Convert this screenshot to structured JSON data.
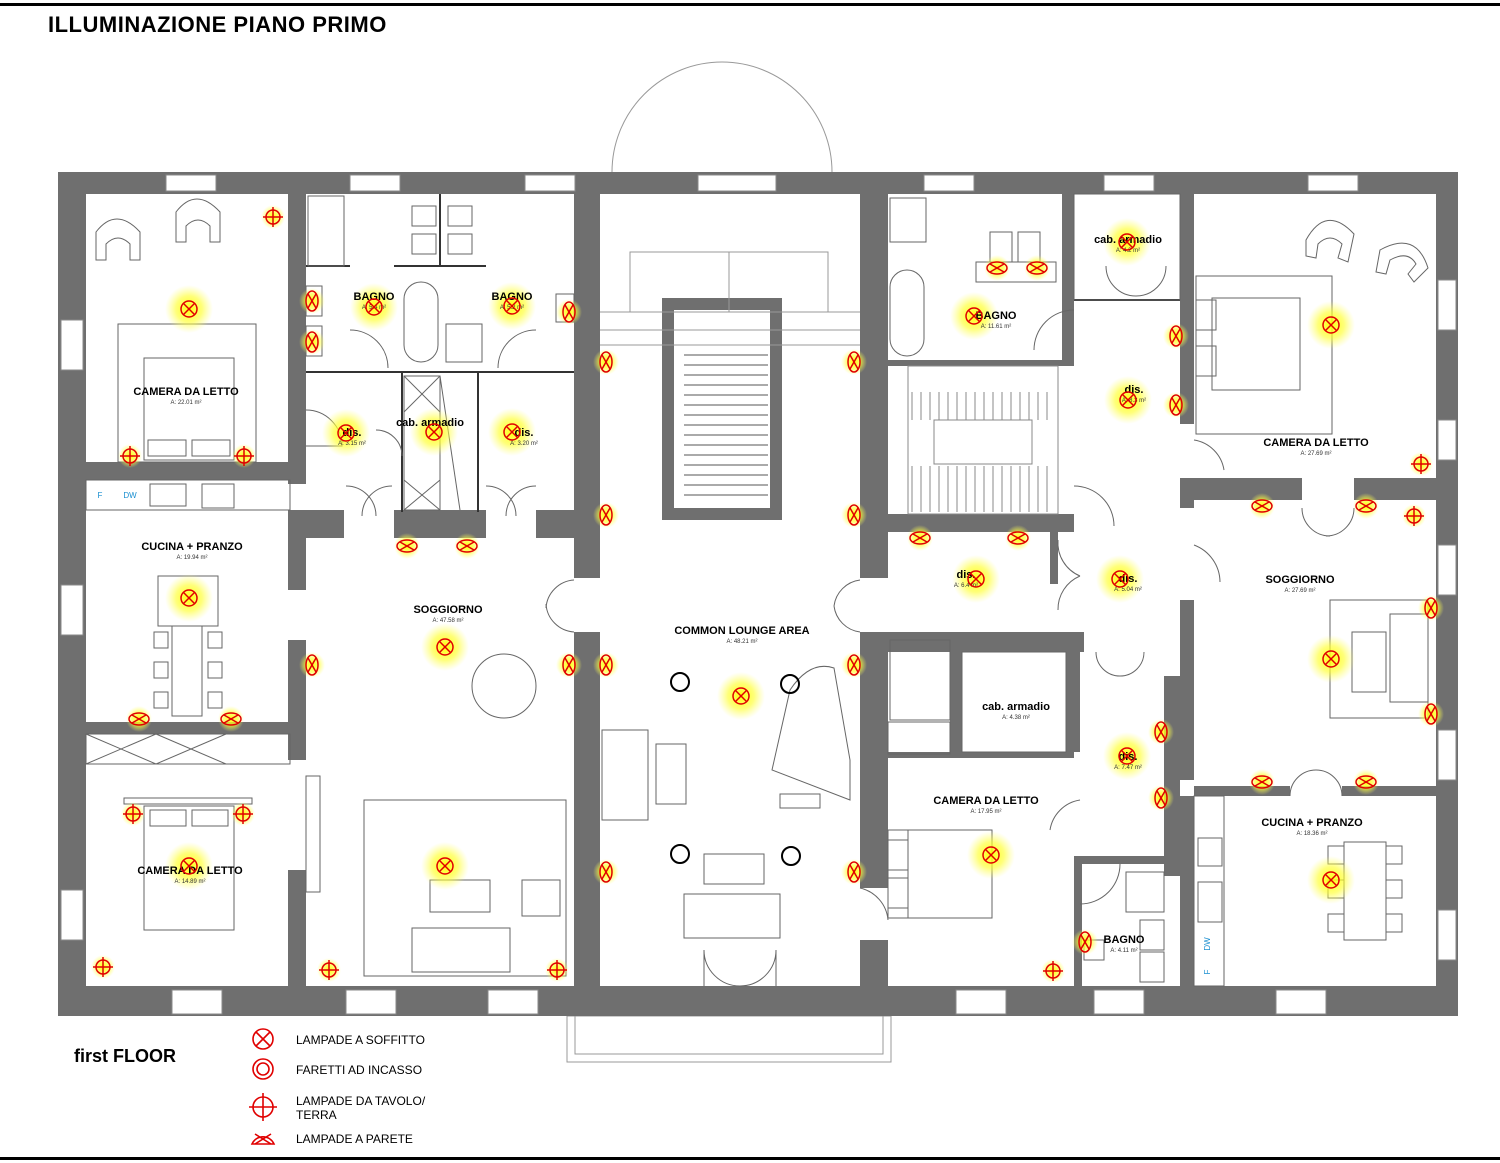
{
  "title": "ILLUMINAZIONE PIANO PRIMO",
  "floor_label": "first FLOOR",
  "legend": [
    {
      "key": "ceiling",
      "label": "LAMPADE A SOFFITTO"
    },
    {
      "key": "recessed",
      "label": "FARETTI AD INCASSO"
    },
    {
      "key": "table",
      "label": "LAMPADE DA TAVOLO/\nTERRA"
    },
    {
      "key": "wall",
      "label": "LAMPADE A PARETE"
    }
  ],
  "rooms": [
    {
      "id": "camera-nw",
      "name": "CAMERA DA LETTO",
      "area": "A: 22.01 m²"
    },
    {
      "id": "bagno-1",
      "name": "BAGNO",
      "area": "A: 5.4 m²"
    },
    {
      "id": "bagno-2",
      "name": "BAGNO",
      "area": "A: 5.2 m²"
    },
    {
      "id": "dis-1",
      "name": "dis.",
      "area": "A: 3.15 m²"
    },
    {
      "id": "cab-armadio-1",
      "name": "cab. armadio",
      "area": ""
    },
    {
      "id": "dis-2",
      "name": "dis.",
      "area": "A: 3.20 m²"
    },
    {
      "id": "cucina-w",
      "name": "CUCINA + PRANZO",
      "area": "A: 19.94 m²"
    },
    {
      "id": "soggiorno-w",
      "name": "SOGGIORNO",
      "area": "A: 47.58 m²"
    },
    {
      "id": "camera-sw",
      "name": "CAMERA DA LETTO",
      "area": "A: 14.89 m²"
    },
    {
      "id": "lounge",
      "name": "COMMON LOUNGE AREA",
      "area": "A: 48.21 m²"
    },
    {
      "id": "bagno-3",
      "name": "BAGNO",
      "area": "A: 11.61 m²"
    },
    {
      "id": "cab-armadio-2",
      "name": "cab. armadio",
      "area": "A: 4.2 m²"
    },
    {
      "id": "dis-3",
      "name": "dis.",
      "area": "A: 8.3 m²"
    },
    {
      "id": "camera-ne",
      "name": "CAMERA DA LETTO",
      "area": "A: 27.69 m²"
    },
    {
      "id": "dis-4",
      "name": "dis.",
      "area": "A: 6.4 m²"
    },
    {
      "id": "dis-5",
      "name": "dis.",
      "area": "A: 5.04 m²"
    },
    {
      "id": "soggiorno-e",
      "name": "SOGGIORNO",
      "area": "A: 27.69 m²"
    },
    {
      "id": "cab-armadio-3",
      "name": "cab. armadio",
      "area": "A: 4.38 m²"
    },
    {
      "id": "dis-6",
      "name": "dis.",
      "area": "A: 7.47 m²"
    },
    {
      "id": "camera-se",
      "name": "CAMERA DA LETTO",
      "area": "A: 17.95 m²"
    },
    {
      "id": "bagno-4",
      "name": "BAGNO",
      "area": "A: 4.11 m²"
    },
    {
      "id": "cucina-e",
      "name": "CUCINA + PRANZO",
      "area": "A: 18.36 m²"
    }
  ],
  "appliances": {
    "fridge": "F",
    "dishwasher": "DW"
  },
  "colors": {
    "wall": "#6f6f6f",
    "lamp": "#e00000",
    "glow": "#ffff00",
    "line": "#555555"
  }
}
